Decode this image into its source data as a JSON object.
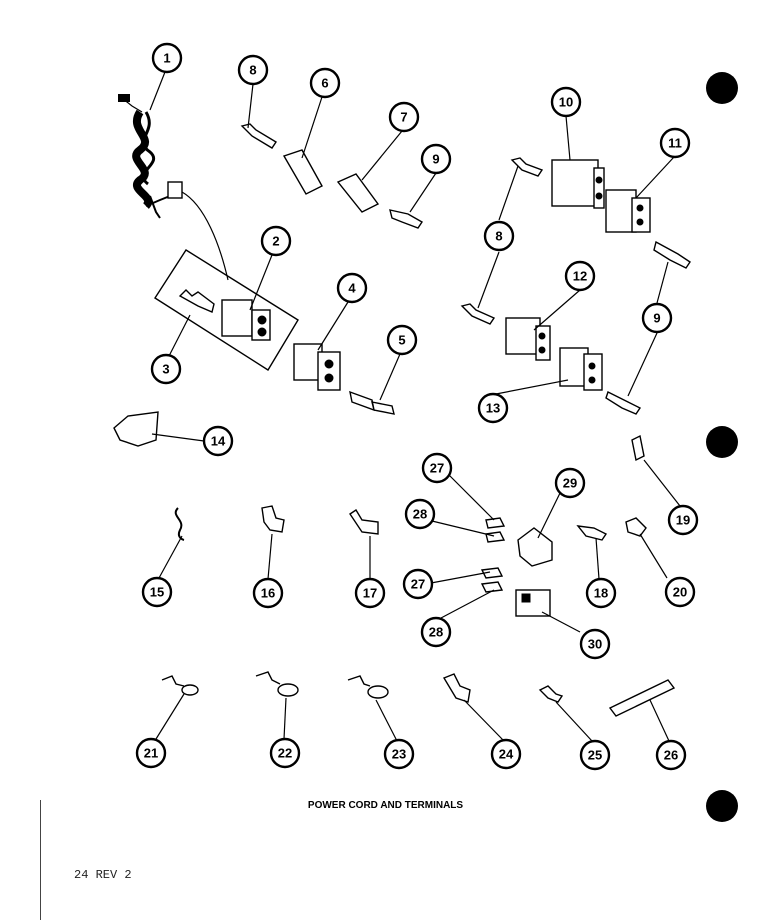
{
  "caption": "POWER CORD AND TERMINALS",
  "page_ref": "24 REV 2",
  "callouts": [
    "1",
    "2",
    "3",
    "4",
    "5",
    "6",
    "7",
    "8",
    "9",
    "10",
    "11",
    "12",
    "13",
    "14",
    "15",
    "16",
    "17",
    "18",
    "19",
    "20",
    "21",
    "22",
    "23",
    "24",
    "25",
    "26",
    "27",
    "28",
    "29",
    "30"
  ],
  "colors": {
    "ink": "#000000",
    "paper": "#ffffff"
  }
}
